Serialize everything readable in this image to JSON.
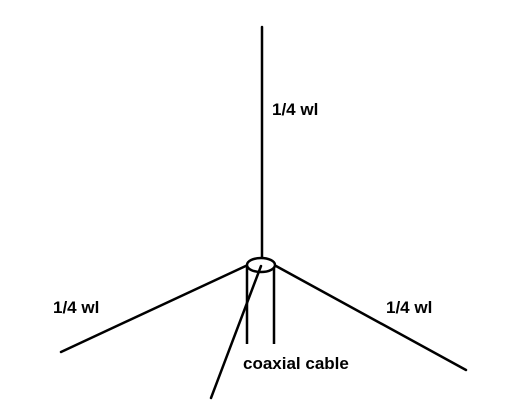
{
  "diagram": {
    "labels": {
      "vertical_element": "1/4 wl",
      "left_radial": "1/4 wl",
      "right_radial": "1/4 wl",
      "feedline": "coaxial cable"
    },
    "colors": {
      "background": "#ffffff",
      "ink": "#000000"
    }
  }
}
